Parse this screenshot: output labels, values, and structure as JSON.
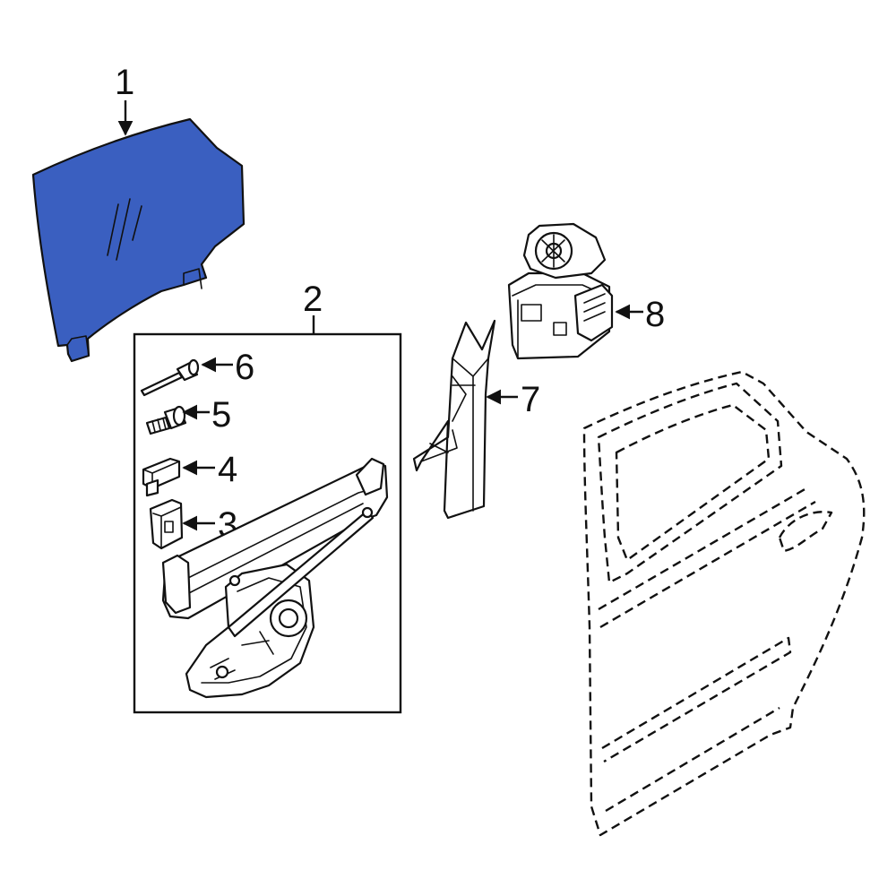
{
  "diagram": {
    "accent_color": "#3a5fc0",
    "line_color": "#111111",
    "callouts": {
      "c1": "1",
      "c2": "2",
      "c3": "3",
      "c4": "4",
      "c5": "5",
      "c6": "6",
      "c7": "7",
      "c8": "8"
    }
  }
}
